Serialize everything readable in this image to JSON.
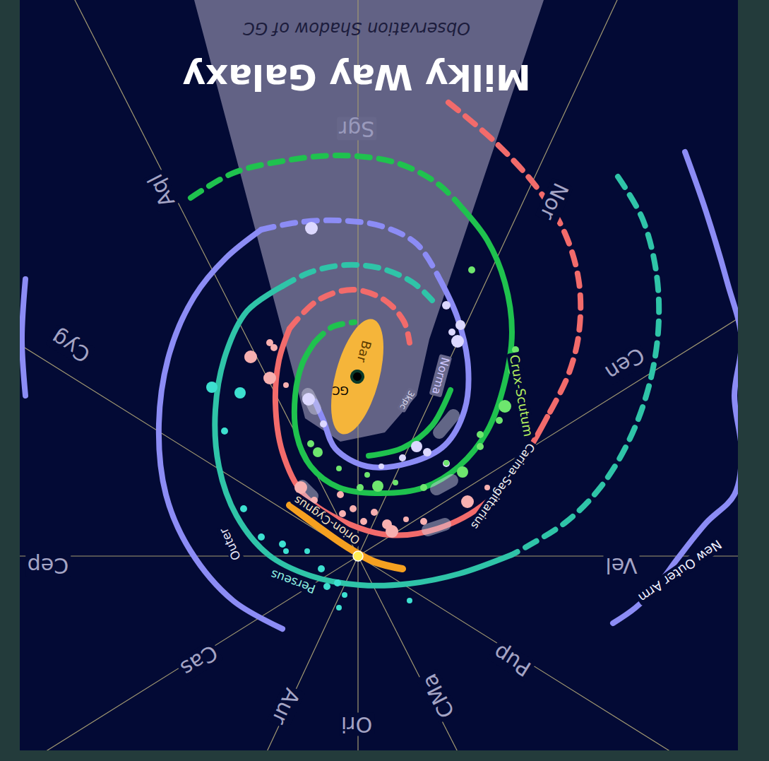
{
  "diagram": {
    "title": "Milky Way Galaxy",
    "nodes": [
      {
        "text": [
          "Bar"
        ]
      }
    ],
    "labels": [
      "Observation Shadow of GC",
      "Sgr",
      "Aql",
      "Nor",
      "Cyg",
      "Cen",
      "Cep",
      "Vel",
      "Cas",
      "Pup",
      "Aur",
      "Ori",
      "CMa",
      "GC",
      "3kpc",
      "Norma",
      "Crux-Scutum",
      "Carina-Sagittarius",
      "Orion-Cygnus",
      "Perseus",
      "Outer",
      "New Outer Arm"
    ]
  }
}
